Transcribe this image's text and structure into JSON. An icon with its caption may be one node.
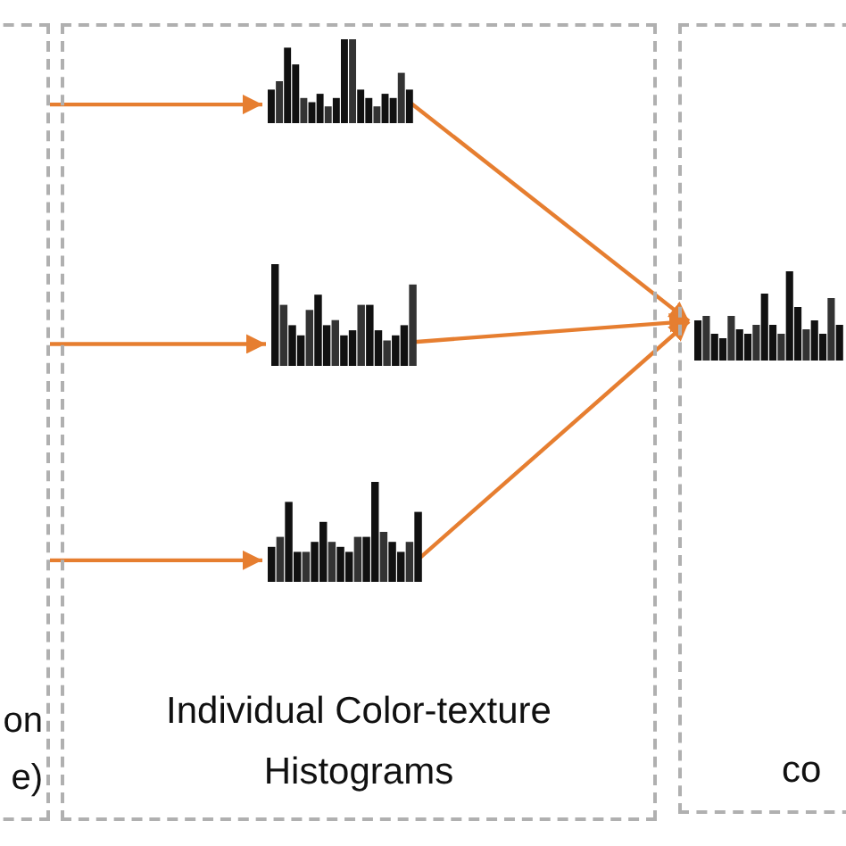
{
  "diagram": {
    "nodes": [
      {
        "text": [
          "on",
          "e)"
        ]
      },
      {
        "text": [
          "Individual Color-texture Histograms"
        ]
      },
      {
        "text": [],
        "shape": "bar",
        "in": 1
      },
      {
        "text": [],
        "shape": "bar",
        "in": 1
      },
      {
        "text": [],
        "shape": "bar",
        "in": 1
      },
      {
        "text": [
          "co"
        ]
      },
      {
        "text": [],
        "shape": "bar",
        "in": 5
      }
    ],
    "edges": [
      {
        "from": 0,
        "to": 2,
        "arrow": "to"
      },
      {
        "from": 0,
        "to": 3,
        "arrow": "to"
      },
      {
        "from": 0,
        "to": 4,
        "arrow": "to"
      },
      {
        "from": 2,
        "to": 6,
        "arrow": "to"
      },
      {
        "from": 3,
        "to": 6,
        "arrow": "to"
      },
      {
        "from": 4,
        "to": 6,
        "arrow": "to"
      }
    ]
  }
}
